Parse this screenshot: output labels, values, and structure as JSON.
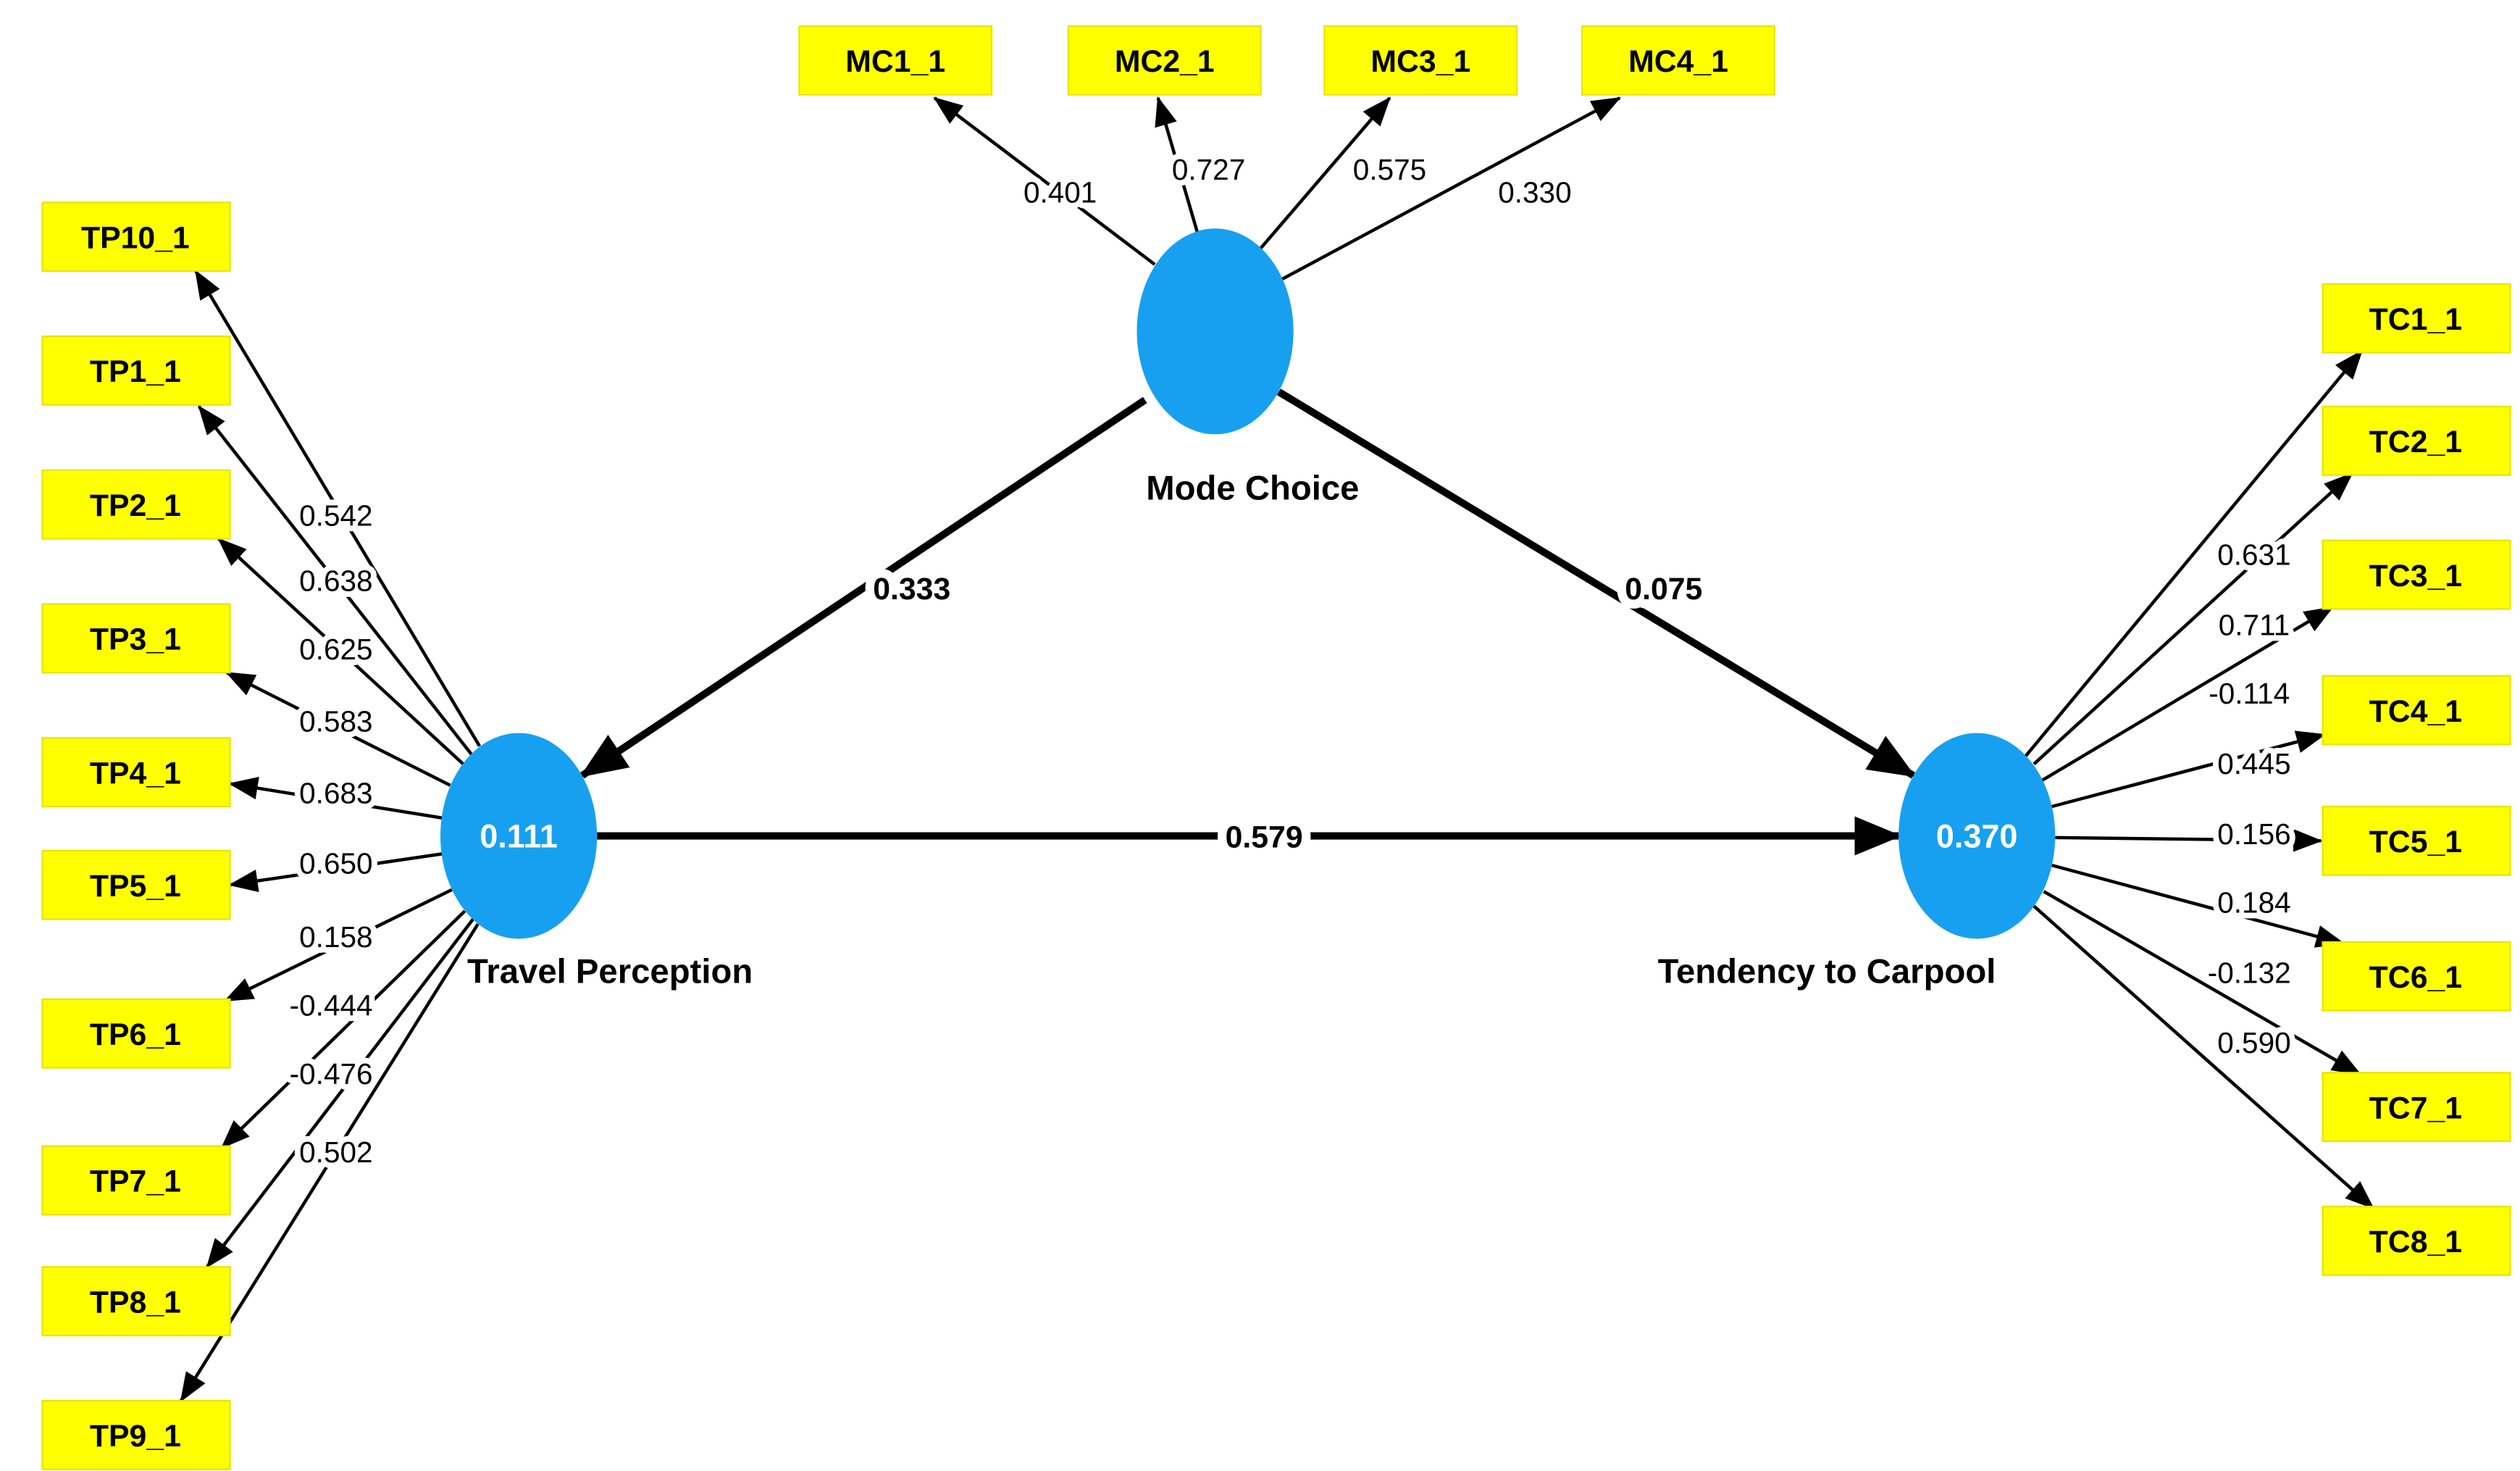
{
  "diagram": {
    "type": "PLS-SEM path model",
    "colors": {
      "latent_node_fill": "#17a0f0",
      "indicator_fill": "#ffff00",
      "line": "#000000",
      "node_value_text": "#ffffff",
      "label_text": "#000000",
      "background": "#ffffff"
    },
    "nodes": [
      {
        "id": "mode-choice",
        "label": "Mode Choice",
        "value": ""
      },
      {
        "id": "travel-perception",
        "label": "Travel Perception",
        "value": "0.111"
      },
      {
        "id": "tendency-to-carpool",
        "label": "Tendency to Carpool",
        "value": "0.370"
      }
    ],
    "paths": [
      {
        "from": "Mode Choice",
        "to": "Travel Perception",
        "coefficient": "0.333"
      },
      {
        "from": "Mode Choice",
        "to": "Tendency to Carpool",
        "coefficient": "0.075"
      },
      {
        "from": "Travel Perception",
        "to": "Tendency to Carpool",
        "coefficient": "0.579"
      }
    ],
    "mc_indicators": [
      {
        "name": "MC1_1",
        "loading": "0.401"
      },
      {
        "name": "MC2_1",
        "loading": "0.727"
      },
      {
        "name": "MC3_1",
        "loading": "0.575"
      },
      {
        "name": "MC4_1",
        "loading": "0.330"
      }
    ],
    "tp_indicators": [
      {
        "name": "TP10_1",
        "loading": "0.542"
      },
      {
        "name": "TP1_1",
        "loading": "0.638"
      },
      {
        "name": "TP2_1",
        "loading": "0.625"
      },
      {
        "name": "TP3_1",
        "loading": "0.583"
      },
      {
        "name": "TP4_1",
        "loading": "0.683"
      },
      {
        "name": "TP5_1",
        "loading": "0.650"
      },
      {
        "name": "TP6_1",
        "loading": "0.158"
      },
      {
        "name": "TP7_1",
        "loading": "-0.444"
      },
      {
        "name": "TP8_1",
        "loading": "-0.476"
      },
      {
        "name": "TP9_1",
        "loading": "0.502"
      }
    ],
    "tc_indicators": [
      {
        "name": "TC1_1",
        "loading": "0.631"
      },
      {
        "name": "TC2_1",
        "loading": "0.711"
      },
      {
        "name": "TC3_1",
        "loading": "-0.114"
      },
      {
        "name": "TC4_1",
        "loading": "0.445"
      },
      {
        "name": "TC5_1",
        "loading": "0.156"
      },
      {
        "name": "TC6_1",
        "loading": "0.184"
      },
      {
        "name": "TC7_1",
        "loading": "-0.132"
      },
      {
        "name": "TC8_1",
        "loading": "0.590"
      }
    ]
  }
}
